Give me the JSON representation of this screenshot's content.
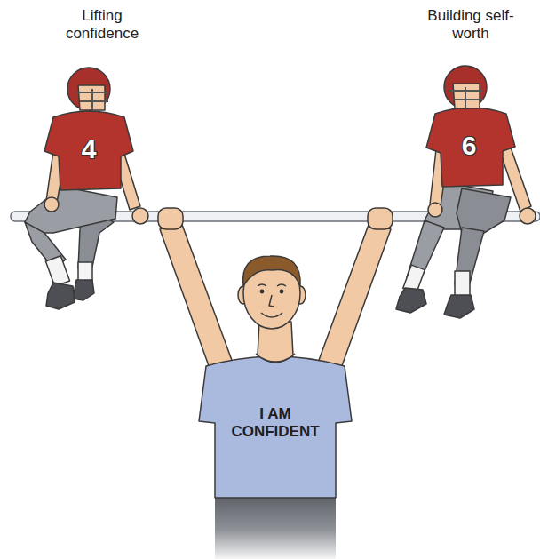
{
  "diagram": {
    "labels": [
      "Lifting confidence",
      "Building self-worth",
      "4",
      "6",
      "I AM CONFIDENT"
    ]
  }
}
